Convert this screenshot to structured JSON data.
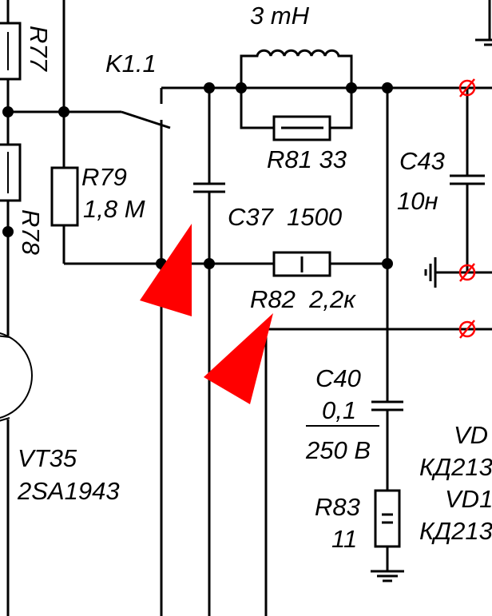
{
  "labels": {
    "inductor_value": "3 mH",
    "relay": "K1.1",
    "r77": "R77",
    "r78": "R78",
    "r79_name": "R79",
    "r79_value": "1,8 M",
    "r81": "R81 33",
    "c43_name": "C43",
    "c43_value": "10н",
    "c37": "C37  1500",
    "r82": "R82  2,2к",
    "c40_name": "C40",
    "c40_value": "0,1",
    "c40_voltage": "250 В",
    "vt35_name": "VT35",
    "vt35_type": "2SA1943",
    "r83_name": "R83",
    "r83_value": "11",
    "vd_a": "VD",
    "vd_a_type": "КД213",
    "vd_b": "VD1",
    "vd_b_type": "КД213"
  },
  "colors": {
    "wire": "#000000",
    "terminal": "#ff0000",
    "marker": "#ff0000"
  }
}
